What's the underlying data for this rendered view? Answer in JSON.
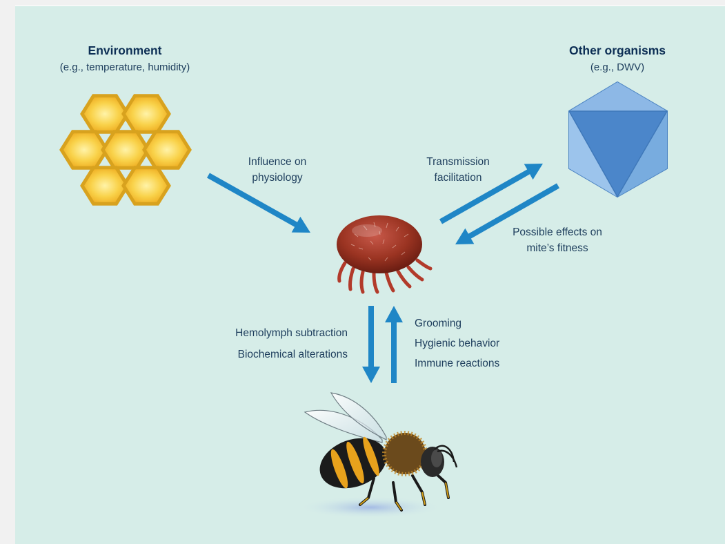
{
  "environment": {
    "title": "Environment",
    "subtitle": "(e.g., temperature, humidity)"
  },
  "other_organisms": {
    "title": "Other organisms",
    "subtitle": "(e.g., DWV)"
  },
  "arrows": {
    "env_to_mite": [
      "Influence on",
      "physiology"
    ],
    "mite_to_organisms": [
      "Transmission",
      "facilitation"
    ],
    "organisms_to_mite": [
      "Possible effects on",
      "mite’s fitness"
    ],
    "mite_to_bee": [
      "Hemolymph subtraction",
      "Biochemical alterations"
    ],
    "bee_to_mite": [
      "Grooming",
      "Hygienic behavior",
      "Immune reactions"
    ]
  },
  "colors": {
    "background": "#d6ede8",
    "arrow": "#1f86c6",
    "honeycomb_border": "#d8a21e",
    "honeycomb_fill": "#f7c233",
    "virus": "#6aa2dc",
    "mite": "#9b3422",
    "text_title": "#0d2f55",
    "text_label": "#1d3d5c"
  }
}
